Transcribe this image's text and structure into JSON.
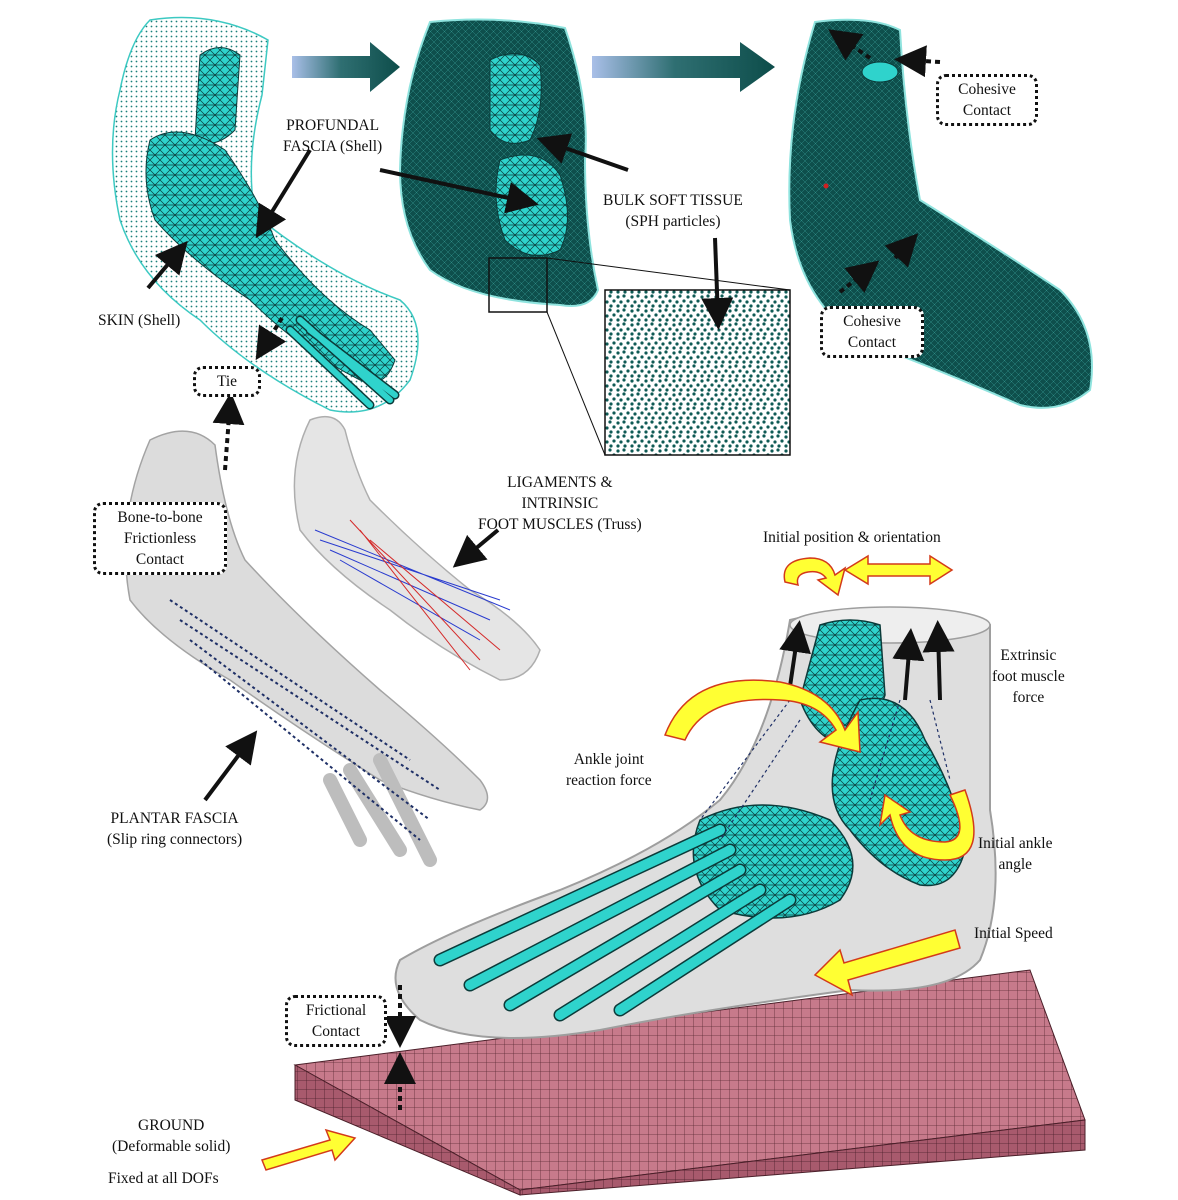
{
  "labels": {
    "skin": "SKIN (Shell)",
    "profundal_1": "PROFUNDAL",
    "profundal_2": "FASCIA (Shell)",
    "bulk_1": "BULK SOFT TISSUE",
    "bulk_2": "(SPH particles)",
    "cohesive_top_1": "Cohesive",
    "cohesive_top_2": "Contact",
    "cohesive_mid_1": "Cohesive",
    "cohesive_mid_2": "Contact",
    "tie": "Tie",
    "bone_1": "Bone-to-bone",
    "bone_2": "Frictionless",
    "bone_3": "Contact",
    "lig_1": "LIGAMENTS &",
    "lig_2": "INTRINSIC",
    "lig_3": "FOOT MUSCLES (Truss)",
    "plantar_1": "PLANTAR FASCIA",
    "plantar_2": "(Slip ring connectors)",
    "initial_pos": "Initial position & orientation",
    "extrinsic_1": "Extrinsic",
    "extrinsic_2": "foot muscle",
    "extrinsic_3": "force",
    "ankle_joint_1": "Ankle joint",
    "ankle_joint_2": "reaction force",
    "initial_angle_1": "Initial ankle",
    "initial_angle_2": "angle",
    "initial_speed": "Initial Speed",
    "frictional_1": "Frictional",
    "frictional_2": "Contact",
    "ground_1": "GROUND",
    "ground_2": "(Deformable solid)",
    "ground_3": "Fixed at all DOFs"
  },
  "colors": {
    "cyan": "#2fd3cc",
    "dark_teal": "#0d4d4a",
    "ground": "#c77a8b",
    "arrow_yellow": "#ffff33",
    "arrow_red_outline": "#d33a1a",
    "gray_bone": "#c9c9c9"
  }
}
